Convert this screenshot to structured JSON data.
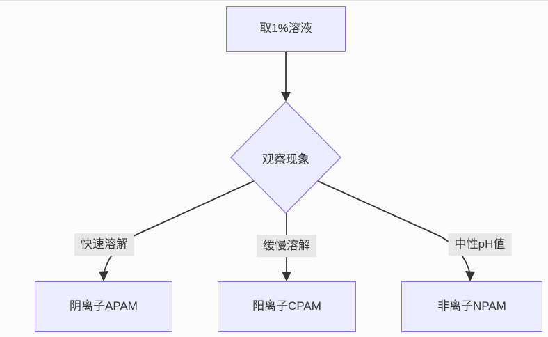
{
  "diagram": {
    "type": "flowchart",
    "direction": "top-down",
    "colors": {
      "node_fill": "#ECECFF",
      "node_border": "#9370DB",
      "edge_line": "#333333",
      "edge_label_bg": "#e8e8e8",
      "text": "#333333",
      "background": "#fcfcfc"
    },
    "nodes": {
      "start": {
        "label": "取1%溶液",
        "shape": "rect"
      },
      "decision": {
        "label": "观察现象",
        "shape": "diamond"
      },
      "apam": {
        "label": "阴离子APAM",
        "shape": "rect"
      },
      "cpam": {
        "label": "阳离子CPAM",
        "shape": "rect"
      },
      "npam": {
        "label": "非离子NPAM",
        "shape": "rect"
      }
    },
    "edges": [
      {
        "from": "start",
        "to": "decision",
        "label": ""
      },
      {
        "from": "decision",
        "to": "apam",
        "label": "快速溶解"
      },
      {
        "from": "decision",
        "to": "cpam",
        "label": "缓慢溶解"
      },
      {
        "from": "decision",
        "to": "npam",
        "label": "中性pH值"
      }
    ]
  }
}
